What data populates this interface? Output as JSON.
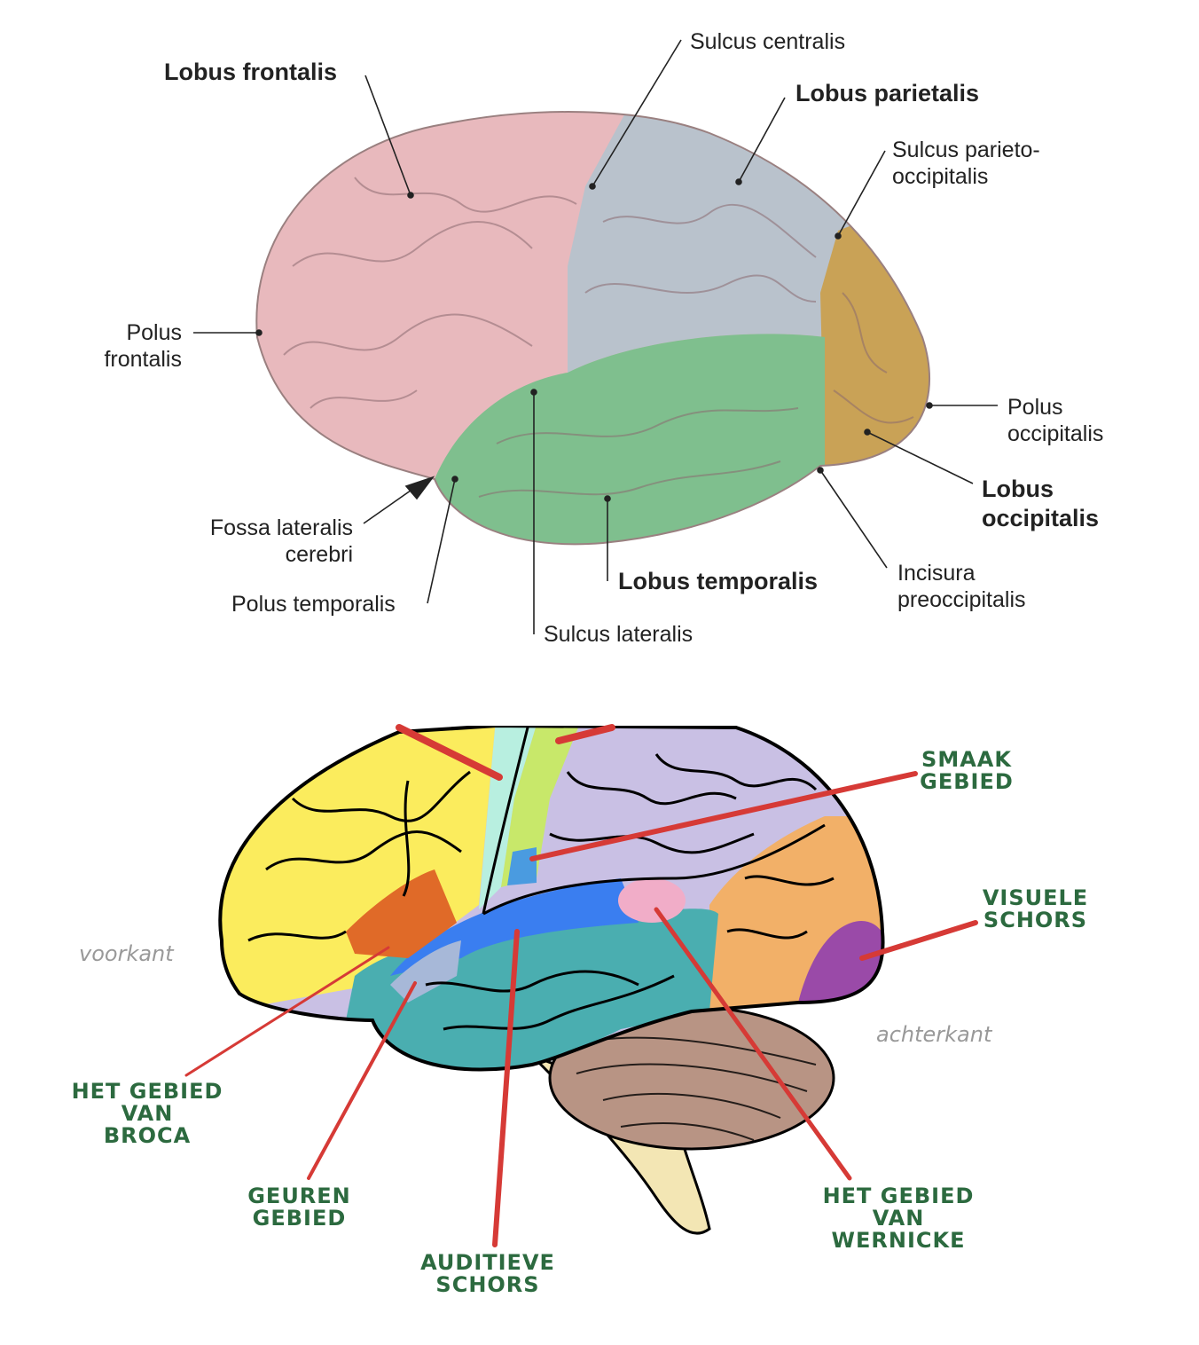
{
  "top_diagram": {
    "labels": {
      "lobus_frontalis": "Lobus frontalis",
      "sulcus_centralis": "Sulcus centralis",
      "lobus_parietalis": "Lobus parietalis",
      "sulcus_parieto_1": "Sulcus parieto-",
      "sulcus_parieto_2": "occipitalis",
      "polus_frontalis_1": "Polus",
      "polus_frontalis_2": "frontalis",
      "polus_occipitalis_1": "Polus",
      "polus_occipitalis_2": "occipitalis",
      "lobus_occipitalis_1": "Lobus",
      "lobus_occipitalis_2": "occipitalis",
      "fossa_1": "Fossa lateralis",
      "fossa_2": "cerebri",
      "polus_temporalis": "Polus temporalis",
      "lobus_temporalis": "Lobus temporalis",
      "incisura_1": "Incisura",
      "incisura_2": "preoccipitalis",
      "sulcus_lateralis": "Sulcus lateralis"
    },
    "colors": {
      "frontal": "#e8b9bd",
      "parietal": "#b9c2cc",
      "occipital": "#c9a256",
      "temporal": "#7fbf8e"
    }
  },
  "bottom_diagram": {
    "labels": {
      "smaak_1": "SMAAK",
      "smaak_2": "GEBIED",
      "visuele_1": "VISUELE",
      "visuele_2": "SCHORS",
      "broca_1": "HET GEBIED",
      "broca_2": "VAN",
      "broca_3": "BROCA",
      "geuren_1": "GEUREN",
      "geuren_2": "GEBIED",
      "auditieve_1": "AUDITIEVE",
      "auditieve_2": "SCHORS",
      "wernicke_1": "HET GEBIED",
      "wernicke_2": "VAN",
      "wernicke_3": "WERNICKE",
      "voorkant": "voorkant",
      "achterkant": "achterkant"
    },
    "colors": {
      "label": "#2c6a3f",
      "pointer": "#d63a36",
      "frontal": "#fbec5d",
      "temporal": "#4aaeb0",
      "parietal": "#c9c0e4",
      "occipital": "#f2b068",
      "auditory": "#3a7ef0",
      "broca": "#e06a28",
      "visual": "#9a4aa8",
      "wernicke": "#f1adc8",
      "cerebellum": "#b89484"
    }
  }
}
